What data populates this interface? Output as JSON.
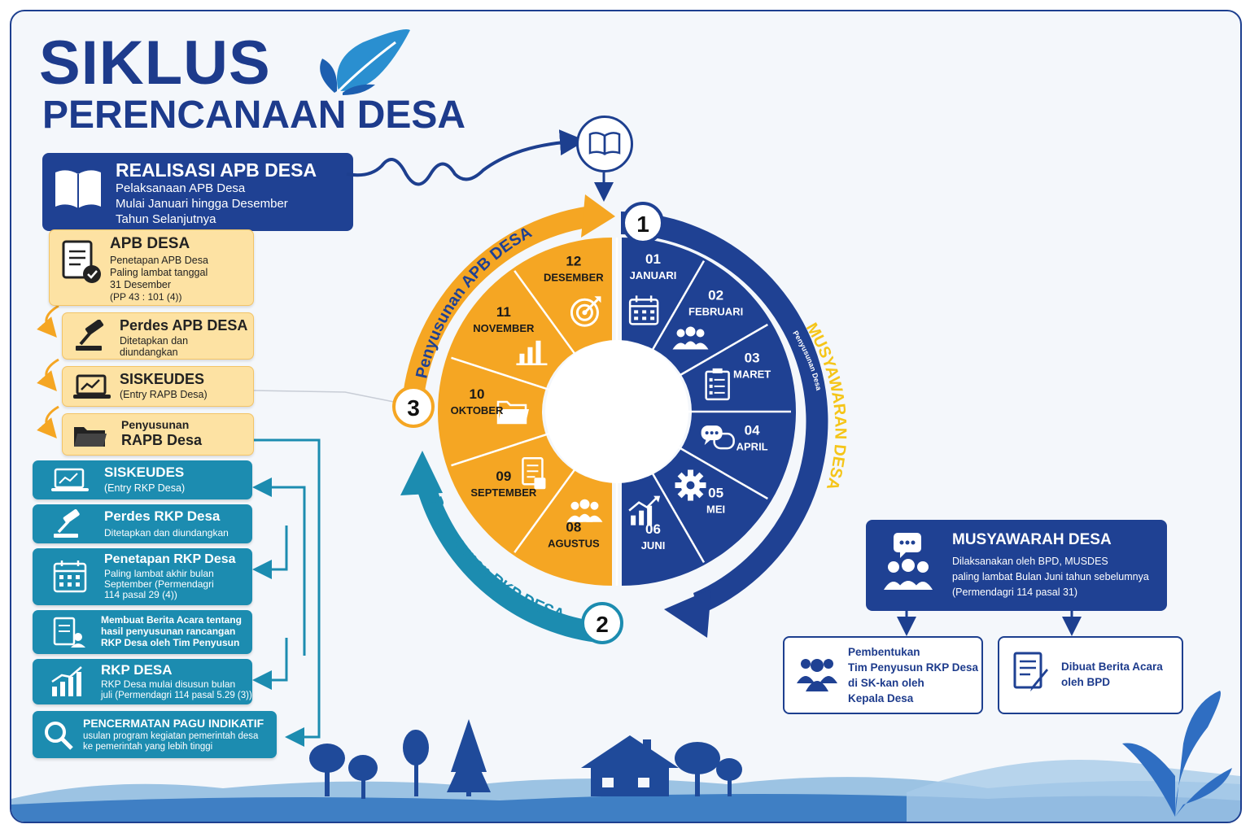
{
  "title": {
    "line1": "SIKLUS",
    "line2": "PERENCANAAN DESA"
  },
  "realisasi": {
    "title": "REALISASI APB DESA",
    "lines": [
      "Pelaksanaan APB Desa",
      "Mulai Januari hingga Desember",
      "Tahun Selanjutnya"
    ]
  },
  "apb_steps": [
    {
      "title": "APB DESA",
      "lines": [
        "Penetapan APB Desa",
        "Paling lambat tanggal",
        "31 Desember",
        "(PP 43 : 101 (4))"
      ],
      "icon": "document-check-icon"
    },
    {
      "title": "Perdes APB DESA",
      "lines": [
        "Ditetapkan dan",
        "diundangkan"
      ],
      "icon": "gavel-icon"
    },
    {
      "title": "SISKEUDES",
      "lines": [
        "(Entry RAPB Desa)"
      ],
      "icon": "laptop-chart-icon"
    },
    {
      "title_line1": "Penyusunan",
      "title_line2": "RAPB Desa",
      "icon": "folder-icon"
    }
  ],
  "rkp_steps": [
    {
      "title": "SISKEUDES",
      "lines": [
        "(Entry RKP Desa)"
      ],
      "icon": "laptop-chart-icon"
    },
    {
      "title": "Perdes RKP Desa",
      "lines": [
        "Ditetapkan dan diundangkan"
      ],
      "icon": "gavel-icon"
    },
    {
      "title": "Penetapan RKP Desa",
      "lines": [
        "Paling lambat akhir bulan",
        "September (Permendagri",
        "114 pasal 29 (4))"
      ],
      "icon": "calendar-icon"
    },
    {
      "lines": [
        "Membuat Berita Acara tentang",
        "hasil penyusunan rancangan",
        "RKP Desa oleh Tim Penyusun"
      ],
      "icon": "document-people-icon"
    },
    {
      "title": "RKP DESA",
      "lines": [
        "RKP Desa mulai disusun bulan",
        "juli (Permendagri 114 pasal 5.29 (3))"
      ],
      "icon": "bar-chart-icon"
    },
    {
      "title": "PENCERMATAN PAGU INDIKATIF",
      "lines": [
        "usulan program kegiatan pemerintah desa",
        "ke pemerintah yang lebih tinggi"
      ],
      "icon": "magnifier-icon"
    }
  ],
  "cycle": {
    "steps": [
      "1",
      "2",
      "3"
    ],
    "labels": {
      "musyawarah": "MUSYAWARAN DESA",
      "musyawarah_sub": "Penyusunan Desa",
      "penyusunan_apb": "Penyusunan APB DESA",
      "penyusunan_rkp": "Penyusunan RKP DESA"
    },
    "months": [
      {
        "num": "01",
        "name": "JANUARI",
        "icon": "calendar-icon"
      },
      {
        "num": "02",
        "name": "FEBRUARI",
        "icon": "people-icon"
      },
      {
        "num": "03",
        "name": "MARET",
        "icon": "clipboard-icon"
      },
      {
        "num": "04",
        "name": "APRIL",
        "icon": "chat-bubbles-icon"
      },
      {
        "num": "05",
        "name": "MEI",
        "icon": "gear-icon"
      },
      {
        "num": "06",
        "name": "JUNI",
        "icon": "growth-chart-icon"
      },
      {
        "num": "08",
        "name": "AGUSTUS",
        "icon": "people-icon"
      },
      {
        "num": "09",
        "name": "SEPTEMBER",
        "icon": "document-icon"
      },
      {
        "num": "10",
        "name": "OKTOBER",
        "icon": "folder-icon"
      },
      {
        "num": "11",
        "name": "NOVEMBER",
        "icon": "bar-chart-icon"
      },
      {
        "num": "12",
        "name": "DESEMBER",
        "icon": "target-icon"
      }
    ]
  },
  "musdes": {
    "title": "MUSYAWARAH DESA",
    "lines": [
      "Dilaksanakan oleh BPD, MUSDES",
      "paling lambat Bulan Juni tahun sebelumnya",
      "(Permendagri 114 pasal 31)"
    ]
  },
  "outcomes": [
    {
      "lines": [
        "Pembentukan",
        "Tim Penyusun RKP Desa",
        "di SK-kan oleh",
        "Kepala Desa"
      ],
      "icon": "team-icon"
    },
    {
      "lines": [
        "Dibuat Berita Acara",
        "oleh BPD"
      ],
      "icon": "document-pen-icon"
    }
  ],
  "colors": {
    "navy": "#1f4193",
    "orange": "#f5a623",
    "teal": "#1c8cb0",
    "light_yellow": "#fde2a3"
  }
}
